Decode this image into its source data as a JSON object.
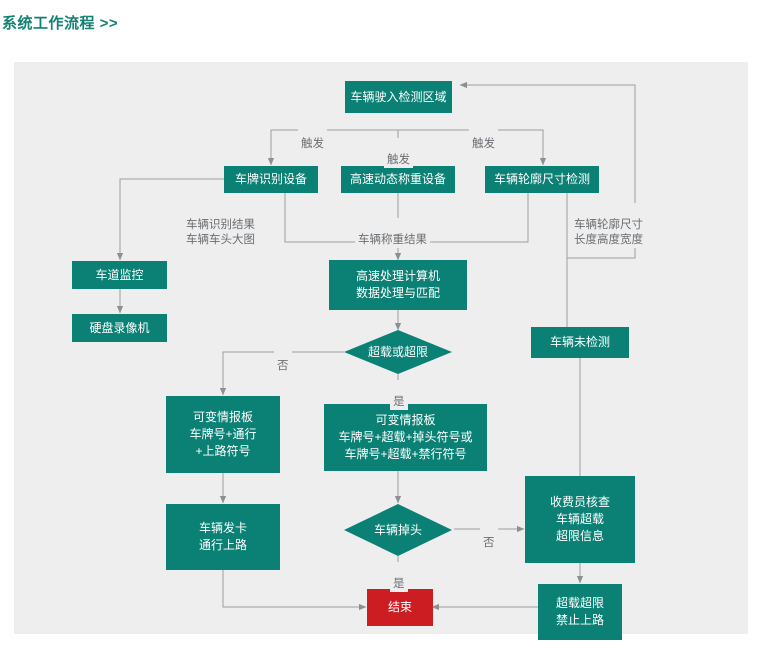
{
  "page": {
    "title": "系统工作流程 >>",
    "accent_color": "#128172",
    "node_color": "#0b8074",
    "terminal_color": "#cc1d22",
    "canvas_color": "#eeeeef",
    "line_color": "#9a9fa2",
    "label_color": "#6b6f72"
  },
  "chart_data": {
    "type": "diagram",
    "title": "系统工作流程 >>",
    "nodes": [
      {
        "id": "start",
        "label": "车辆驶入检测区域",
        "shape": "rect"
      },
      {
        "id": "plate",
        "label": "车牌识别设备",
        "shape": "rect"
      },
      {
        "id": "weigh",
        "label": "高速动态称重设备",
        "shape": "rect"
      },
      {
        "id": "outline",
        "label": "车辆轮廓尺寸检测",
        "shape": "rect"
      },
      {
        "id": "lanemon",
        "label": "车道监控",
        "shape": "rect"
      },
      {
        "id": "dvr",
        "label": "硬盘录像机",
        "shape": "rect"
      },
      {
        "id": "computer",
        "label": "高速处理计算机\n数据处理与匹配",
        "shape": "rect"
      },
      {
        "id": "notdetected",
        "label": "车辆未检测",
        "shape": "rect"
      },
      {
        "id": "overload",
        "label": "超载或超限",
        "shape": "diamond"
      },
      {
        "id": "boardpass",
        "label": "可变情报板\n车牌号+通行\n+上路符号",
        "shape": "rect"
      },
      {
        "id": "boardover",
        "label": "可变情报板\n车牌号+超载+掉头符号或\n车牌号+超载+禁行符号",
        "shape": "rect"
      },
      {
        "id": "issuecard",
        "label": "车辆发卡\n通行上路",
        "shape": "rect"
      },
      {
        "id": "uturn",
        "label": "车辆掉头",
        "shape": "diamond"
      },
      {
        "id": "tollcheck",
        "label": "收费员核查\n车辆超载\n超限信息",
        "shape": "rect"
      },
      {
        "id": "forbidden",
        "label": "超载超限\n禁止上路",
        "shape": "rect"
      },
      {
        "id": "end",
        "label": "结束",
        "shape": "terminal"
      }
    ],
    "edge_labels": [
      {
        "id": "trigger-left",
        "text": "触发"
      },
      {
        "id": "trigger-mid",
        "text": "触发"
      },
      {
        "id": "trigger-right",
        "text": "触发"
      },
      {
        "id": "plate-result",
        "text": "车辆识别结果\n车辆车头大图"
      },
      {
        "id": "weigh-result",
        "text": "车辆称重结果"
      },
      {
        "id": "outline-result",
        "text": "车辆轮廓尺寸\n长度高度宽度"
      },
      {
        "id": "overload-no",
        "text": "否"
      },
      {
        "id": "overload-yes",
        "text": "是"
      },
      {
        "id": "uturn-no",
        "text": "否"
      },
      {
        "id": "uturn-yes",
        "text": "是"
      }
    ],
    "edges": [
      {
        "from": "start",
        "to": "plate",
        "label": "触发"
      },
      {
        "from": "start",
        "to": "weigh",
        "label": "触发"
      },
      {
        "from": "start",
        "to": "outline",
        "label": "触发"
      },
      {
        "from": "plate",
        "to": "lanemon",
        "label": ""
      },
      {
        "from": "lanemon",
        "to": "dvr",
        "label": ""
      },
      {
        "from": "plate",
        "to": "computer",
        "label": "车辆识别结果 车辆车头大图"
      },
      {
        "from": "weigh",
        "to": "computer",
        "label": "车辆称重结果"
      },
      {
        "from": "outline",
        "to": "computer",
        "label": "车辆轮廓尺寸 长度高度宽度"
      },
      {
        "from": "outline",
        "to": "notdetected",
        "label": ""
      },
      {
        "from": "computer",
        "to": "overload",
        "label": ""
      },
      {
        "from": "overload",
        "to": "boardpass",
        "label": "否"
      },
      {
        "from": "overload",
        "to": "boardover",
        "label": "是"
      },
      {
        "from": "boardpass",
        "to": "issuecard",
        "label": ""
      },
      {
        "from": "boardover",
        "to": "uturn",
        "label": ""
      },
      {
        "from": "uturn",
        "to": "tollcheck",
        "label": "否"
      },
      {
        "from": "uturn",
        "to": "end",
        "label": "是"
      },
      {
        "from": "issuecard",
        "to": "end",
        "label": ""
      },
      {
        "from": "tollcheck",
        "to": "forbidden",
        "label": ""
      },
      {
        "from": "tollcheck",
        "to": "notdetected",
        "label": ""
      },
      {
        "from": "forbidden",
        "to": "end",
        "label": ""
      },
      {
        "from": "notdetected",
        "to": "start",
        "label": ""
      }
    ]
  }
}
